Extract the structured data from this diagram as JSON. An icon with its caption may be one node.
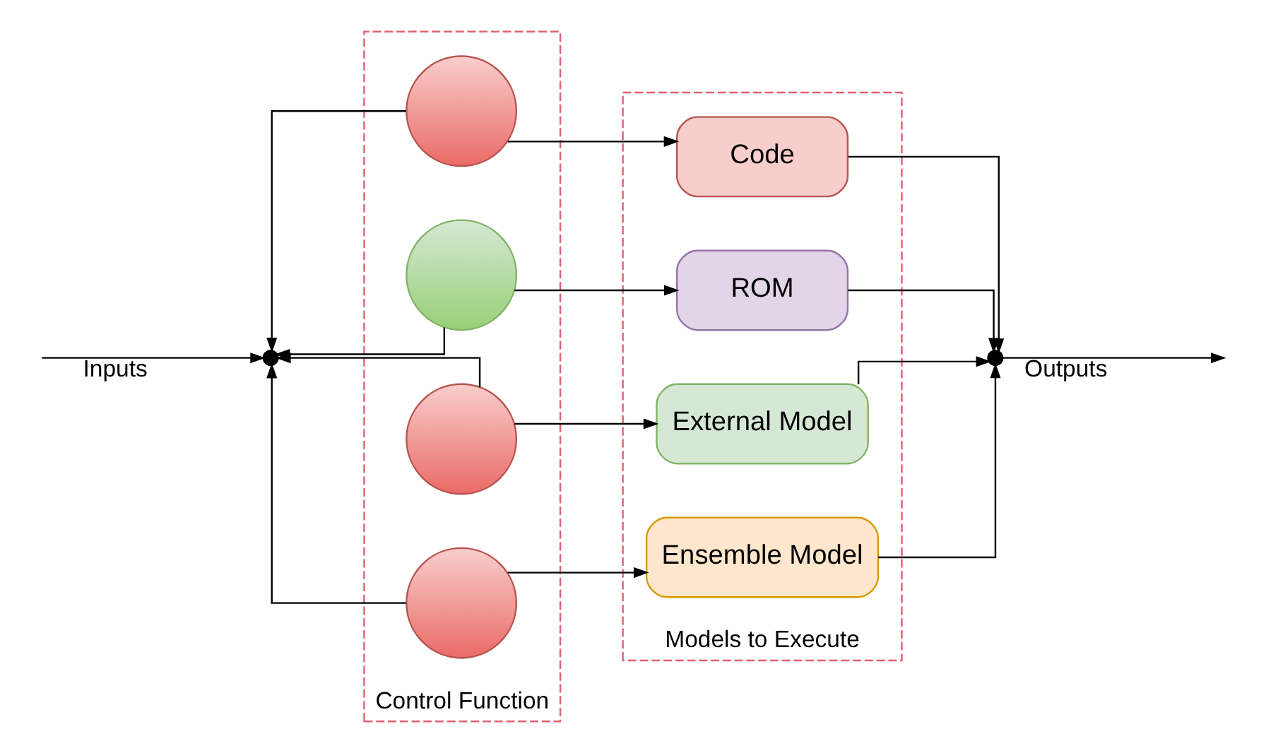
{
  "diagram": {
    "nodes": [
      {
        "text": [],
        "shape": "point"
      },
      {
        "text": [
          "Control Function"
        ]
      },
      {
        "text": [],
        "shape": "circle",
        "in": 1
      },
      {
        "text": [],
        "shape": "circle",
        "in": 1
      },
      {
        "text": [],
        "shape": "circle",
        "in": 1
      },
      {
        "text": [],
        "shape": "circle",
        "in": 1
      },
      {
        "text": [
          "Models to Execute"
        ]
      },
      {
        "text": [
          "Code"
        ],
        "in": 6
      },
      {
        "text": [
          "ROM"
        ],
        "in": 6
      },
      {
        "text": [
          "External Model"
        ],
        "in": 6
      },
      {
        "text": [
          "Ensemble Model"
        ],
        "in": 6
      },
      {
        "text": [],
        "shape": "point"
      }
    ],
    "edges": [
      {
        "from": null,
        "to": 0,
        "arrow": "to",
        "label": "Inputs"
      },
      {
        "from": 2,
        "to": 0,
        "arrow": "to"
      },
      {
        "from": 3,
        "to": 0,
        "arrow": "to"
      },
      {
        "from": 4,
        "to": 0,
        "arrow": "to"
      },
      {
        "from": 5,
        "to": 0,
        "arrow": "to"
      },
      {
        "from": 2,
        "to": 7,
        "arrow": "to"
      },
      {
        "from": 3,
        "to": 8,
        "arrow": "to"
      },
      {
        "from": 4,
        "to": 9,
        "arrow": "to"
      },
      {
        "from": 5,
        "to": 10,
        "arrow": "to"
      },
      {
        "from": 7,
        "to": 11,
        "arrow": "to"
      },
      {
        "from": 8,
        "to": 11,
        "arrow": "to"
      },
      {
        "from": 9,
        "to": 11,
        "arrow": "to"
      },
      {
        "from": 10,
        "to": 11,
        "arrow": "to"
      },
      {
        "from": 11,
        "to": null,
        "arrow": "to",
        "label": "Outputs"
      }
    ]
  }
}
